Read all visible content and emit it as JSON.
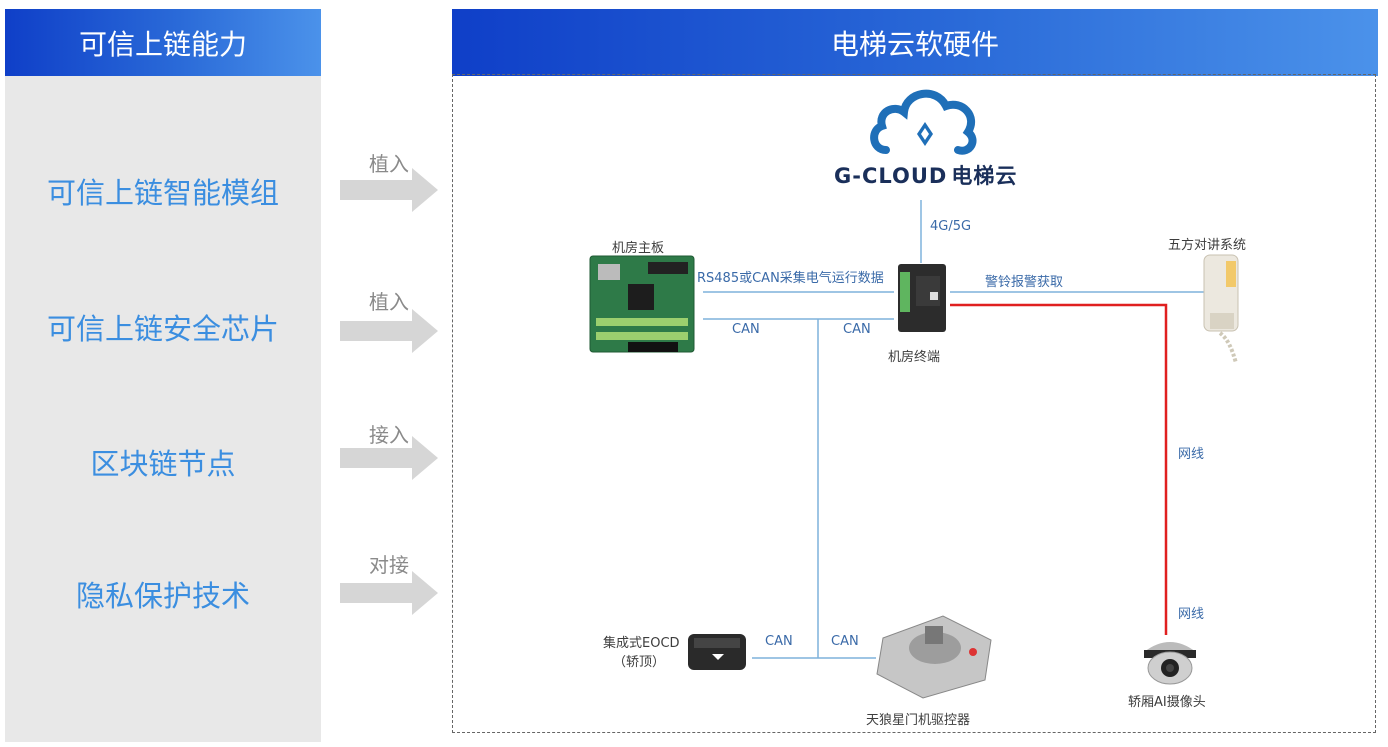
{
  "left": {
    "header": "可信上链能力",
    "items": [
      {
        "label": "可信上链智能模组",
        "action": "植入"
      },
      {
        "label": "可信上链安全芯片",
        "action": "植入"
      },
      {
        "label": "区块链节点",
        "action": "接入"
      },
      {
        "label": "隐私保护技术",
        "action": "对接"
      }
    ]
  },
  "right": {
    "header": "电梯云软硬件",
    "logo": {
      "text": "G-CLOUD",
      "cn": "电梯云"
    },
    "nodes": {
      "main_board": "机房主板",
      "terminal": "机房终端",
      "intercom": "五方对讲系统",
      "eocd": "集成式EOCD",
      "eocd_sub": "（轿顶）",
      "door": "天狼星门机驱控器",
      "camera": "轿厢AI摄像头"
    },
    "links": {
      "net": "4G/5G",
      "rs485": "RS485或CAN采集电气运行数据",
      "can": "CAN",
      "alarm": "警铃报警获取",
      "cable": "网线"
    },
    "colors": {
      "header_start": "#0f3fc8",
      "header_end": "#4b92ea",
      "accent": "#3b8ee0",
      "red_line": "#e02020",
      "blue_line": "#7fb2dc"
    }
  }
}
